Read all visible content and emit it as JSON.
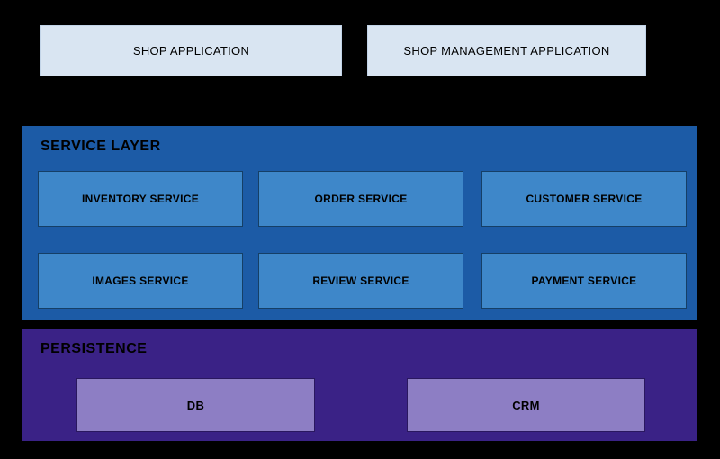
{
  "colors": {
    "background": "#000000",
    "text": "#000000",
    "app_box_bg": "#d9e5f2",
    "app_box_border": "#c2d4e8",
    "service_layer_bg": "#1c5ba6",
    "service_box_bg": "#3e87c9",
    "service_box_border": "#153f66",
    "persistence_bg": "#3a2286",
    "persistence_box_bg": "#8d7ec4",
    "persistence_box_border": "#2a185f"
  },
  "applications": [
    {
      "label": "SHOP APPLICATION"
    },
    {
      "label": "SHOP MANAGEMENT APPLICATION"
    }
  ],
  "service_layer": {
    "title": "SERVICE LAYER",
    "services": [
      {
        "label": "INVENTORY SERVICE"
      },
      {
        "label": "ORDER SERVICE"
      },
      {
        "label": "CUSTOMER SERVICE"
      },
      {
        "label": "IMAGES SERVICE"
      },
      {
        "label": "REVIEW SERVICE"
      },
      {
        "label": "PAYMENT SERVICE"
      }
    ]
  },
  "persistence": {
    "title": "PERSISTENCE",
    "stores": [
      {
        "label": "DB"
      },
      {
        "label": "CRM"
      }
    ]
  }
}
